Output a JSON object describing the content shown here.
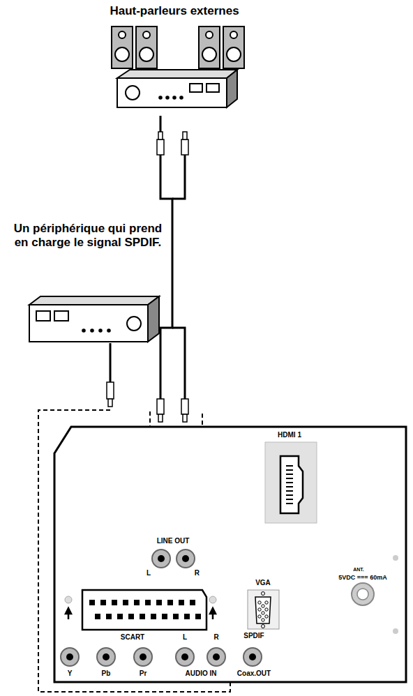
{
  "diagram": {
    "nodes": [
      {
        "text": [
          "Haut-parleurs externes"
        ]
      },
      {
        "text": [
          "Un périphérique qui prend en charge le signal SPDIF."
        ]
      },
      {
        "text": [
          "LINE OUT",
          "L",
          "R"
        ]
      },
      {
        "text": [
          "SPDIF",
          "Coax.OUT"
        ]
      }
    ],
    "edges": [
      {
        "from": 0,
        "to": 2,
        "arrow": "none"
      },
      {
        "from": 1,
        "to": 3,
        "arrow": "none"
      }
    ],
    "labels": [
      "HDMI 1",
      "VGA",
      "SCART",
      "L",
      "R",
      "Y",
      "Pb",
      "Pr",
      "AUDIO IN",
      "ANT.",
      "5VDC === 60mA"
    ]
  }
}
